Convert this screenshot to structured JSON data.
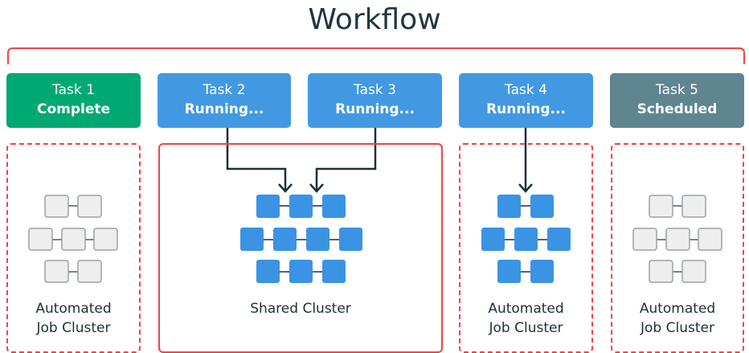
{
  "title": "Workflow",
  "tasks": [
    {
      "name": "Task 1",
      "status": "Complete"
    },
    {
      "name": "Task 2",
      "status": "Running..."
    },
    {
      "name": "Task 3",
      "status": "Running..."
    },
    {
      "name": "Task 4",
      "status": "Running..."
    },
    {
      "name": "Task 5",
      "status": "Scheduled"
    }
  ],
  "clusters": [
    {
      "label_line1": "Automated",
      "label_line2": "Job Cluster"
    },
    {
      "label_line1": "Shared Cluster",
      "label_line2": ""
    },
    {
      "label_line1": "Automated",
      "label_line2": "Job Cluster"
    },
    {
      "label_line1": "Automated",
      "label_line2": "Job Cluster"
    }
  ],
  "colors": {
    "complete": "#00a972",
    "running": "#4299e1",
    "scheduled": "#5f8591",
    "bracket": "#ef4444",
    "node_active": "#3b93e3",
    "node_idle": "#eeeeee"
  }
}
